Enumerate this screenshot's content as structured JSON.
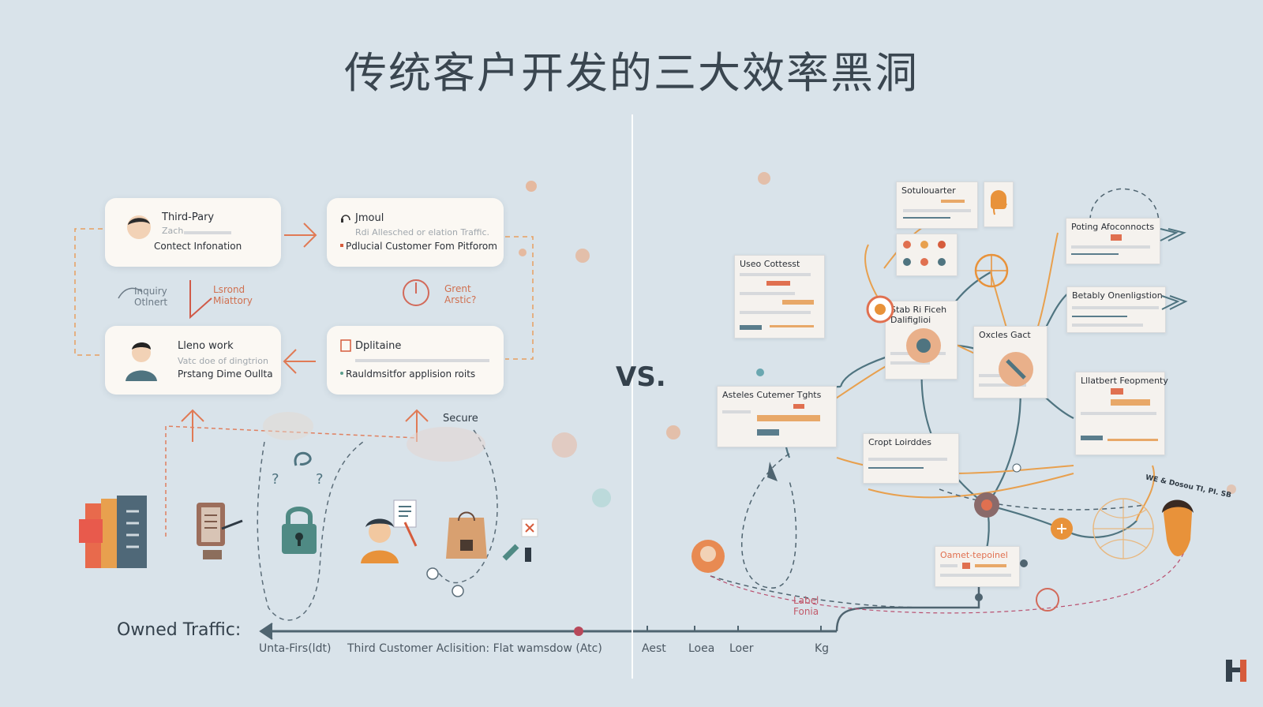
{
  "title": "传统客户开发的三大效率黑洞",
  "vs": "VS.",
  "left": {
    "cards": [
      {
        "title": "Third-Pary",
        "subtitle": "Zach",
        "desc": "Contect Infonation"
      },
      {
        "title": "Jmoul",
        "subtitle": "Rdi Allesched or elation Traffic.",
        "desc": "Pdlucial Customer Fom Pitforom"
      },
      {
        "title": "Lleno work",
        "subtitle": "Vatc doe of dingtrion",
        "desc": "Prstang Dime Oullta"
      },
      {
        "title": "Dplitaine",
        "subtitle": "",
        "desc": "Rauldmsitfor applision roits"
      }
    ],
    "labels": {
      "inquiry": "Inquiry\nOtlnert",
      "second": "Lsrond\nMiattory",
      "grent": "Grent\nArstic?",
      "secure": "Secure"
    }
  },
  "timeline": {
    "label": "Owned Traffic:",
    "ticks": [
      "Unta-Firs(ldt)",
      "Third Customer Aclisition: Flat wamsdow (Atc)",
      "Aest",
      "Loea",
      "Loer",
      "Kg"
    ]
  },
  "right": {
    "cards": [
      {
        "title": "Sotulouarter"
      },
      {
        "title": "Useo Cottesst"
      },
      {
        "title": "Poting Afoconnocts"
      },
      {
        "title": "Betably Onenligstion"
      },
      {
        "title": "Oxcles Gact"
      },
      {
        "title": "Stab Ri Ficeh\nDalifiglioi"
      },
      {
        "title": "Asteles Cutemer Tghts"
      },
      {
        "title": "Lllatbert Feopmenty"
      },
      {
        "title": "Cropt Loirddes"
      },
      {
        "title": "Oamet-tepoinel"
      }
    ],
    "labels": {
      "label_fonia": "Label\nFonia",
      "curve_text": "WE & Dosou TI, PI. SB"
    }
  },
  "colors": {
    "background": "#d9e3ea",
    "accent_orange": "#e8923a",
    "accent_red": "#d65c3c",
    "teal": "#4f7480"
  },
  "icons": [
    "user-avatar-icon",
    "headset-icon",
    "document-icon",
    "lock-icon",
    "server-stack-icon",
    "clipboard-icon",
    "shopping-bag-icon",
    "globe-icon",
    "network-node-icon",
    "logo-icon"
  ]
}
